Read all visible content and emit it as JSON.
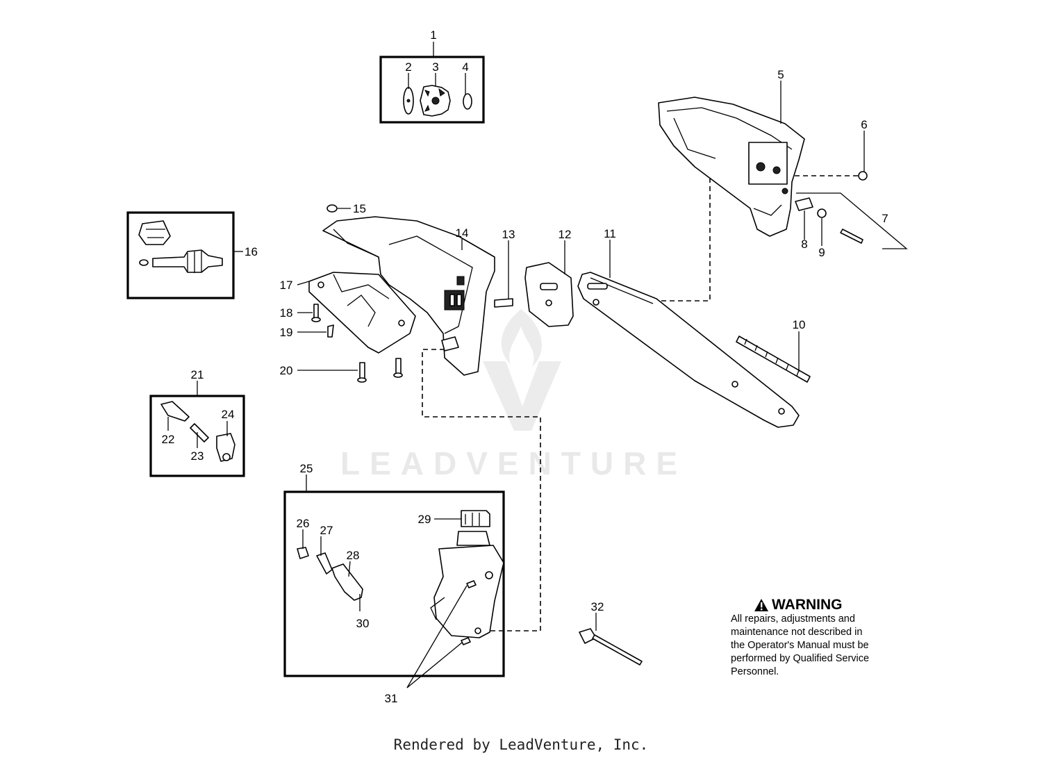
{
  "labels": {
    "n1": "1",
    "n2": "2",
    "n3": "3",
    "n4": "4",
    "n5": "5",
    "n6": "6",
    "n7": "7",
    "n8": "8",
    "n9": "9",
    "n10": "10",
    "n11": "11",
    "n12": "12",
    "n13": "13",
    "n14": "14",
    "n15": "15",
    "n16": "16",
    "n17": "17",
    "n18": "18",
    "n19": "19",
    "n20": "20",
    "n21": "21",
    "n22": "22",
    "n23": "23",
    "n24": "24",
    "n25": "25",
    "n26": "26",
    "n27": "27",
    "n28": "28",
    "n29": "29",
    "n30": "30",
    "n31": "31",
    "n32": "32"
  },
  "watermark": {
    "text": "LEADVENTURE"
  },
  "warning": {
    "title": "WARNING",
    "text": "All repairs, adjustments and\nmaintenance not described in\nthe Operator's Manual must be\nperformed by Qualified Service\nPersonnel."
  },
  "footer": {
    "text": "Rendered by LeadVenture, Inc."
  }
}
